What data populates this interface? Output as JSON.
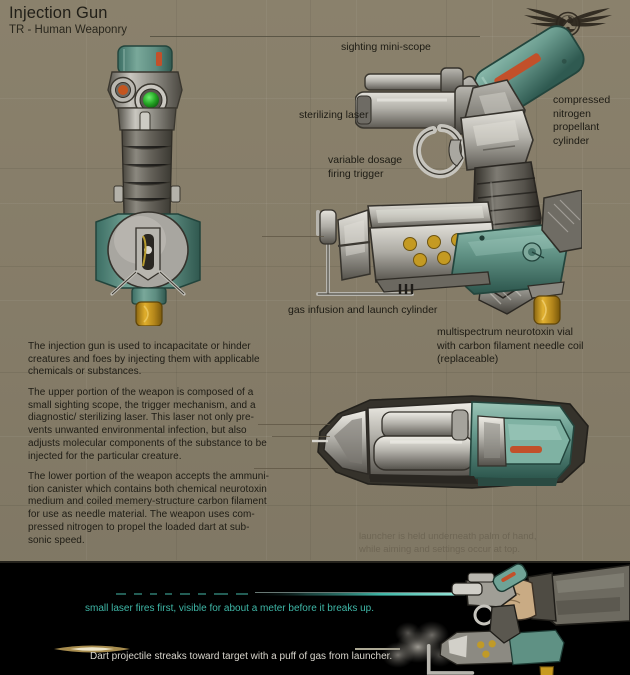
{
  "header": {
    "title": "Injection Gun",
    "subtitle": "TR - Human Weaponry",
    "emblem_name": "winged-spiral-emblem"
  },
  "callouts": {
    "scope": "sighting mini-scope",
    "laser": "sterilizing laser",
    "trigger": "variable dosage\nfiring trigger",
    "propellant": "compressed\nnitrogen\npropellant\ncylinder",
    "gas_cylinder": "gas infusion and launch cylinder",
    "vial": "multispectrum neurotoxin vial\nwith carbon filament needle coil\n(replaceable)"
  },
  "body": {
    "p1": "The injection gun is used to incapacitate or hinder\ncreatures and foes by injecting them with applicable\nchemicals or substances.",
    "p2": "The upper portion of the weapon is composed of a\nsmall sighting scope, the trigger mechanism, and a\ndiagnostic/ sterilizing laser. This laser not only pre-\nvents unwanted environmental infection, but also\nadjusts molecular components of the substance to be\ninjected for the particular creature.",
    "p3": "The lower portion of the weapon accepts the ammuni-\ntion canister which contains both chemical neurotoxin\nmedium and coiled memery-structure carbon filament\nfor use as needle material. The weapon uses com-\npressed nitrogen to propel  the loaded dart at sub-\nsonic speed."
  },
  "ghost_note": "launcher is held underneath palm of hand,\nwhile aiming and settings occur at top.",
  "action_panel": {
    "laser_caption": "small laser fires first, visible for about a meter before it breaks up.",
    "dart_caption": "Dart projectile streaks toward target with a puff of gas from launcher."
  },
  "palette": {
    "paper": "#857c68",
    "ink": "#1d1b14",
    "teal_body": "#6e9e91",
    "teal_dark": "#3d6960",
    "metal_light": "#d6d4cd",
    "metal_mid": "#9c9a92",
    "metal_dark": "#4a4740",
    "orange_accent": "#c95a27",
    "green_lens": "#2eb22e",
    "gold_vial": "#c9971f",
    "laser_teal": "#3fb8a8",
    "panel_black": "#000000"
  }
}
